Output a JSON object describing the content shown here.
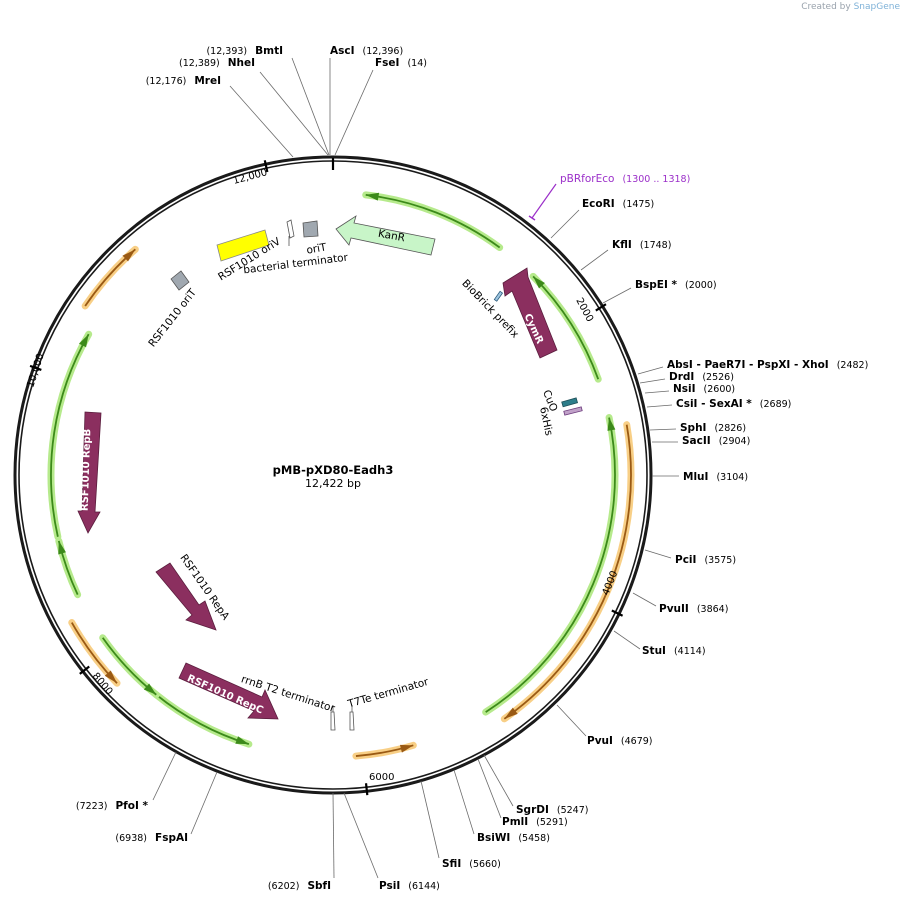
{
  "credit": {
    "prefix": "Created by",
    "brand": "SnapGene"
  },
  "plasmid": {
    "name": "pMB-pXD80-Eadh3",
    "length_label": "12,422 bp",
    "length": 12422
  },
  "ticks": [
    {
      "pos": 2000,
      "label": "2000"
    },
    {
      "pos": 4000,
      "label": "4000"
    },
    {
      "pos": 6000,
      "label": "6000"
    },
    {
      "pos": 8000,
      "label": "8000"
    },
    {
      "pos": 10000,
      "label": "10,000"
    },
    {
      "pos": 12000,
      "label": "12,000"
    }
  ],
  "sites": [
    {
      "name": "BmtI",
      "pos_label": "(12,393)"
    },
    {
      "name": "AscI",
      "pos_label": "(12,396)"
    },
    {
      "name": "NheI",
      "pos_label": "(12,389)"
    },
    {
      "name": "FseI",
      "pos_label": "(14)"
    },
    {
      "name": "MreI",
      "pos_label": "(12,176)"
    },
    {
      "name": "pBRforEco",
      "pos_label": "(1300 .. 1318)",
      "color": "#9b2fc9"
    },
    {
      "name": "EcoRI",
      "pos_label": "(1475)"
    },
    {
      "name": "KflI",
      "pos_label": "(1748)"
    },
    {
      "name": "BspEI *",
      "pos_label": "(2000)"
    },
    {
      "name": "AbsI   - PaeR7I   - PspXI   - XhoI",
      "pos_label": "(2482)"
    },
    {
      "name": "DrdI",
      "pos_label": "(2526)"
    },
    {
      "name": "NsiI",
      "pos_label": "(2600)"
    },
    {
      "name": "CsiI   - SexAI *",
      "pos_label": "(2689)"
    },
    {
      "name": "SphI",
      "pos_label": "(2826)"
    },
    {
      "name": "SacII",
      "pos_label": "(2904)"
    },
    {
      "name": "MluI",
      "pos_label": "(3104)"
    },
    {
      "name": "PciI",
      "pos_label": "(3575)"
    },
    {
      "name": "PvuII",
      "pos_label": "(3864)"
    },
    {
      "name": "StuI",
      "pos_label": "(4114)"
    },
    {
      "name": "PvuI",
      "pos_label": "(4679)"
    },
    {
      "name": "SgrDI",
      "pos_label": "(5247)"
    },
    {
      "name": "PmlI",
      "pos_label": "(5291)"
    },
    {
      "name": "BsiWI",
      "pos_label": "(5458)"
    },
    {
      "name": "SfiI",
      "pos_label": "(5660)"
    },
    {
      "name": "PsiI",
      "pos_label": "(6144)"
    },
    {
      "name": "SbfI",
      "pos_label": "(6202)"
    },
    {
      "name": "FspAI",
      "pos_label": "(6938)"
    },
    {
      "name": "PfoI *",
      "pos_label": "(7223)"
    }
  ],
  "features": [
    {
      "name": "KanR",
      "color": "#c8f5c8"
    },
    {
      "name": "CymR",
      "color": "#8b2f5f"
    },
    {
      "name": "BioBrick prefix",
      "color": "#9ec5e0"
    },
    {
      "name": "CuO",
      "color": "#2d7d8a"
    },
    {
      "name": "6xHis",
      "color": "#c0a0c8"
    },
    {
      "name": "RSF1010 oriV",
      "color": "#ffff00"
    },
    {
      "name": "oriT",
      "color": "#a0a8b0"
    },
    {
      "name": "bacterial terminator",
      "color": "#ffffff"
    },
    {
      "name": "RSF1010 oriT",
      "color": "#a0a8b0"
    },
    {
      "name": "RSF1010 RepB",
      "color": "#8b2f5f"
    },
    {
      "name": "RSF1010 RepA",
      "color": "#8b2f5f"
    },
    {
      "name": "RSF1010 RepC",
      "color": "#8b2f5f"
    },
    {
      "name": "rrnB T2 terminator",
      "color": "#ffffff"
    },
    {
      "name": "T7Te terminator",
      "color": "#ffffff"
    }
  ],
  "orf_colors": {
    "green": "#3c8a1a",
    "green_glow": "#b6ea8c",
    "orange": "#9a5a14",
    "orange_glow": "#f8cf86"
  }
}
